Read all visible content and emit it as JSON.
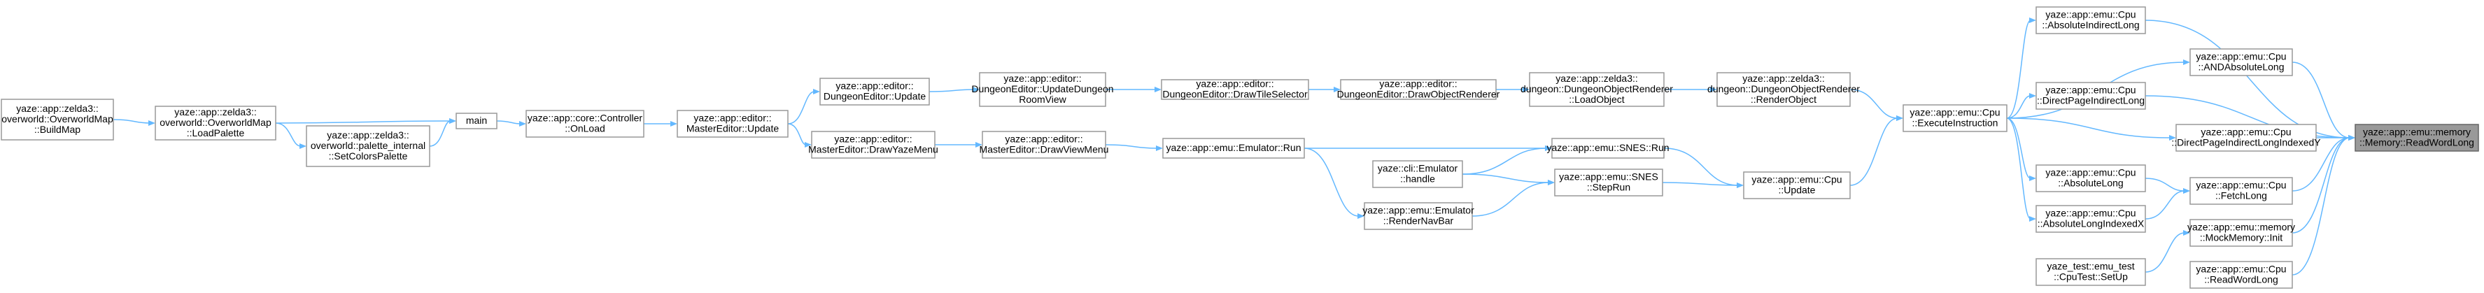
{
  "nodes": [
    {
      "id": "n1",
      "lines": [
        "yaze::app::zelda3::",
        "overworld::OverworldMap",
        "::BuildMap"
      ]
    },
    {
      "id": "n2",
      "lines": [
        "yaze::app::zelda3::",
        "overworld::OverworldMap",
        "::LoadPalette"
      ]
    },
    {
      "id": "n3",
      "lines": [
        "yaze::app::zelda3::",
        "overworld::palette_internal",
        "::SetColorsPalette"
      ]
    },
    {
      "id": "n4",
      "lines": [
        "main"
      ]
    },
    {
      "id": "n5",
      "lines": [
        "yaze::app::core::Controller",
        "::OnLoad"
      ]
    },
    {
      "id": "n6",
      "lines": [
        "yaze::app::editor::",
        "MasterEditor::Update"
      ]
    },
    {
      "id": "n7",
      "lines": [
        "yaze::app::editor::",
        "DungeonEditor::Update"
      ]
    },
    {
      "id": "n8",
      "lines": [
        "yaze::app::editor::",
        "MasterEditor::DrawYazeMenu"
      ]
    },
    {
      "id": "n9",
      "lines": [
        "yaze::app::editor::",
        "DungeonEditor::UpdateDungeon",
        "RoomView"
      ]
    },
    {
      "id": "n10",
      "lines": [
        "yaze::app::editor::",
        "MasterEditor::DrawViewMenu"
      ]
    },
    {
      "id": "n11",
      "lines": [
        "yaze::app::editor::",
        "DungeonEditor::DrawTileSelector"
      ]
    },
    {
      "id": "n12",
      "lines": [
        "yaze::app::emu::Emulator::Run"
      ]
    },
    {
      "id": "n13",
      "lines": [
        "yaze::cli::Emulator",
        "::handle"
      ]
    },
    {
      "id": "n14",
      "lines": [
        "yaze::app::emu::Emulator",
        "::RenderNavBar"
      ]
    },
    {
      "id": "n15",
      "lines": [
        "yaze::app::editor::",
        "DungeonEditor::DrawObjectRenderer"
      ]
    },
    {
      "id": "n16",
      "lines": [
        "yaze::app::zelda3::",
        "dungeon::DungeonObjectRenderer",
        "::LoadObject"
      ]
    },
    {
      "id": "n17",
      "lines": [
        "yaze::app::emu::SNES::Run"
      ]
    },
    {
      "id": "n18",
      "lines": [
        "yaze::app::emu::SNES",
        "::StepRun"
      ]
    },
    {
      "id": "n19",
      "lines": [
        "yaze::app::zelda3::",
        "dungeon::DungeonObjectRenderer",
        "::RenderObject"
      ]
    },
    {
      "id": "n20",
      "lines": [
        "yaze::app::emu::Cpu",
        "::Update"
      ]
    },
    {
      "id": "n21",
      "lines": [
        "yaze::app::emu::Cpu",
        "::ExecuteInstruction"
      ]
    },
    {
      "id": "n22",
      "lines": [
        "yaze::app::emu::Cpu",
        "::AbsoluteIndirectLong"
      ]
    },
    {
      "id": "n23",
      "lines": [
        "yaze::app::emu::Cpu",
        "::ANDAbsoluteLong"
      ]
    },
    {
      "id": "n24",
      "lines": [
        "yaze::app::emu::Cpu",
        "::DirectPageIndirectLong"
      ]
    },
    {
      "id": "n25",
      "lines": [
        "yaze::app::emu::Cpu",
        "::DirectPageIndirectLongIndexedY"
      ]
    },
    {
      "id": "n26",
      "lines": [
        "yaze::app::emu::Cpu",
        "::AbsoluteLong"
      ]
    },
    {
      "id": "n27",
      "lines": [
        "yaze::app::emu::Cpu",
        "::AbsoluteLongIndexedX"
      ]
    },
    {
      "id": "n28",
      "lines": [
        "yaze::app::emu::Cpu",
        "::FetchLong"
      ]
    },
    {
      "id": "n29",
      "lines": [
        "yaze::app::emu::memory",
        "::MockMemory::Init"
      ]
    },
    {
      "id": "n30",
      "lines": [
        "yaze_test::emu_test",
        "::CpuTest::SetUp"
      ]
    },
    {
      "id": "n31",
      "lines": [
        "yaze::app::emu::Cpu",
        "::ReadWordLong"
      ]
    },
    {
      "id": "n32",
      "lines": [
        "yaze::app::emu::memory",
        "::Memory::ReadWordLong"
      ],
      "focus": true
    }
  ],
  "edges": [
    [
      "n32",
      "n22"
    ],
    [
      "n32",
      "n23"
    ],
    [
      "n32",
      "n24"
    ],
    [
      "n32",
      "n25"
    ],
    [
      "n32",
      "n28"
    ],
    [
      "n32",
      "n29"
    ],
    [
      "n32",
      "n31"
    ],
    [
      "n22",
      "n21"
    ],
    [
      "n23",
      "n21"
    ],
    [
      "n24",
      "n21"
    ],
    [
      "n25",
      "n21"
    ],
    [
      "n26",
      "n21"
    ],
    [
      "n27",
      "n21"
    ],
    [
      "n28",
      "n26"
    ],
    [
      "n28",
      "n27"
    ],
    [
      "n29",
      "n30"
    ],
    [
      "n21",
      "n19"
    ],
    [
      "n21",
      "n20"
    ],
    [
      "n19",
      "n16"
    ],
    [
      "n16",
      "n15"
    ],
    [
      "n15",
      "n11"
    ],
    [
      "n11",
      "n9"
    ],
    [
      "n9",
      "n7"
    ],
    [
      "n7",
      "n6"
    ],
    [
      "n20",
      "n17"
    ],
    [
      "n20",
      "n18"
    ],
    [
      "n17",
      "n12"
    ],
    [
      "n17",
      "n13"
    ],
    [
      "n18",
      "n13"
    ],
    [
      "n18",
      "n14"
    ],
    [
      "n12",
      "n10"
    ],
    [
      "n14",
      "n12"
    ],
    [
      "n10",
      "n8"
    ],
    [
      "n8",
      "n6"
    ],
    [
      "n6",
      "n5"
    ],
    [
      "n5",
      "n4"
    ],
    [
      "n4",
      "n2"
    ],
    [
      "n4",
      "n3"
    ],
    [
      "n3",
      "n2"
    ],
    [
      "n2",
      "n1"
    ]
  ]
}
